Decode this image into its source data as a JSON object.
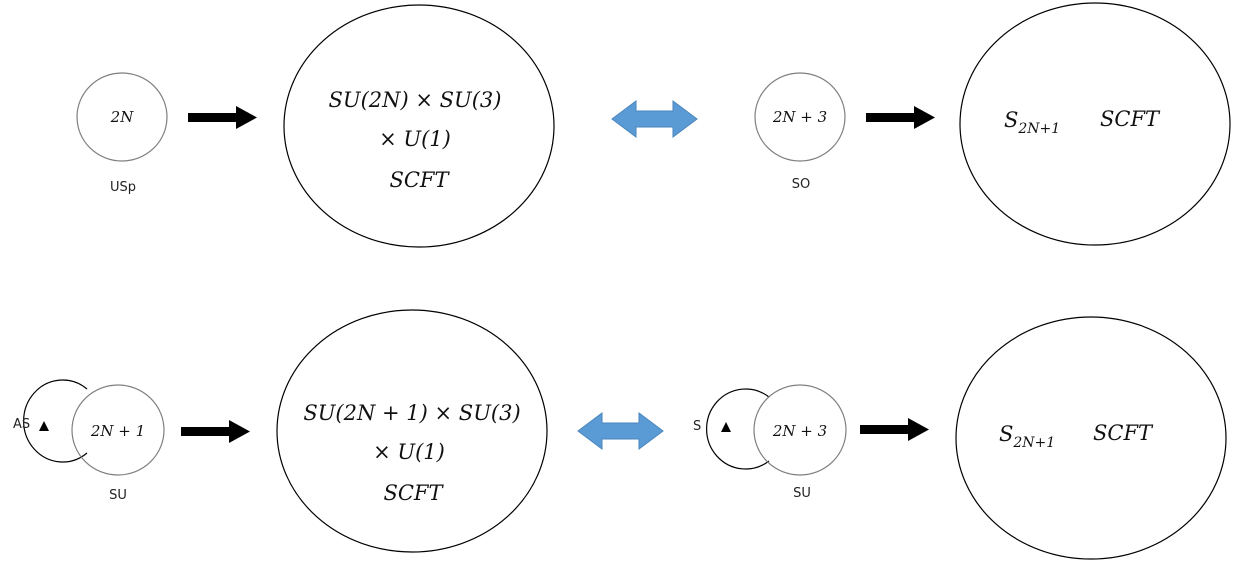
{
  "rows": [
    {
      "left_node": {
        "value": "2N",
        "group": "USp",
        "loop_label": ""
      },
      "left_scft": {
        "line1": "SU(2N) × SU(3)",
        "line2": "× U(1)",
        "line3": "SCFT"
      },
      "right_node": {
        "value": "2N + 3",
        "group": "SO",
        "loop_label": ""
      },
      "right_scft": {
        "symbol": "S",
        "subscript": "2N+1",
        "label": "SCFT"
      }
    },
    {
      "left_node": {
        "value": "2N + 1",
        "group": "SU",
        "loop_label": "AS"
      },
      "left_scft": {
        "line1": "SU(2N + 1) × SU(3)",
        "line2": "× U(1)",
        "line3": "SCFT"
      },
      "right_node": {
        "value": "2N + 3",
        "group": "SU",
        "loop_label": "S"
      },
      "right_scft": {
        "symbol": "S",
        "subscript": "2N+1",
        "label": "SCFT"
      }
    }
  ],
  "colors": {
    "duality_arrow": "#5B9BD5",
    "map_arrow": "#000000",
    "node_stroke": "#7f7f7f",
    "loop_stroke": "#000000"
  }
}
